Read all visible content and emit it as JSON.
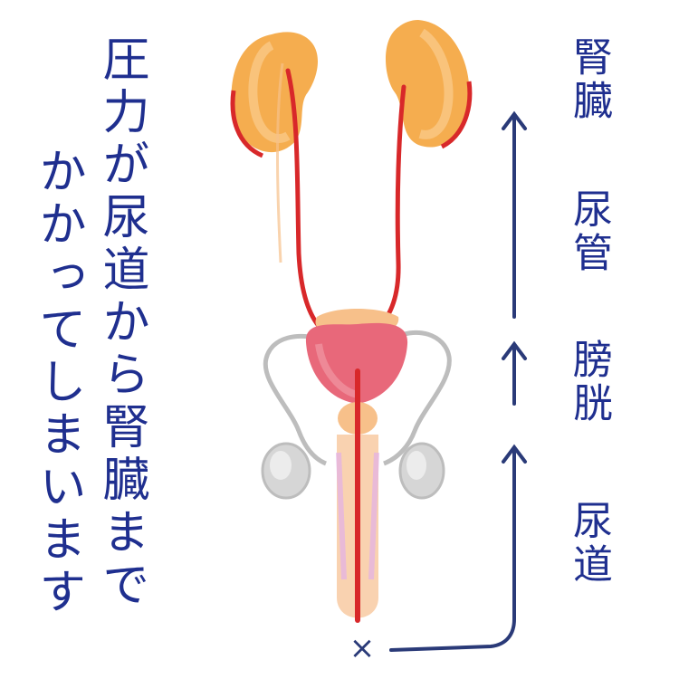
{
  "caption": {
    "column_1": "圧力が尿道から腎臓まで",
    "column_2": "かかってしまいます"
  },
  "organ_labels": {
    "kidney": "腎臓",
    "ureter": "尿管",
    "bladder": "膀胱",
    "urethra": "尿道"
  },
  "blockage_mark": "×",
  "colors": {
    "text": "#1f2f8f",
    "arrow": "#2a3a78",
    "kidney_fill": "#f4a43c",
    "pressure_red": "#d8282a",
    "bladder_fill": "#e8687a",
    "organ_orange": "#f7c08a",
    "testis_gray": "#c8c8c8",
    "vessel_gray": "#bdbdbd",
    "penis_skin": "#f9d2b0"
  },
  "icons": [
    "arrow-up-icon",
    "cross-mark-icon"
  ]
}
